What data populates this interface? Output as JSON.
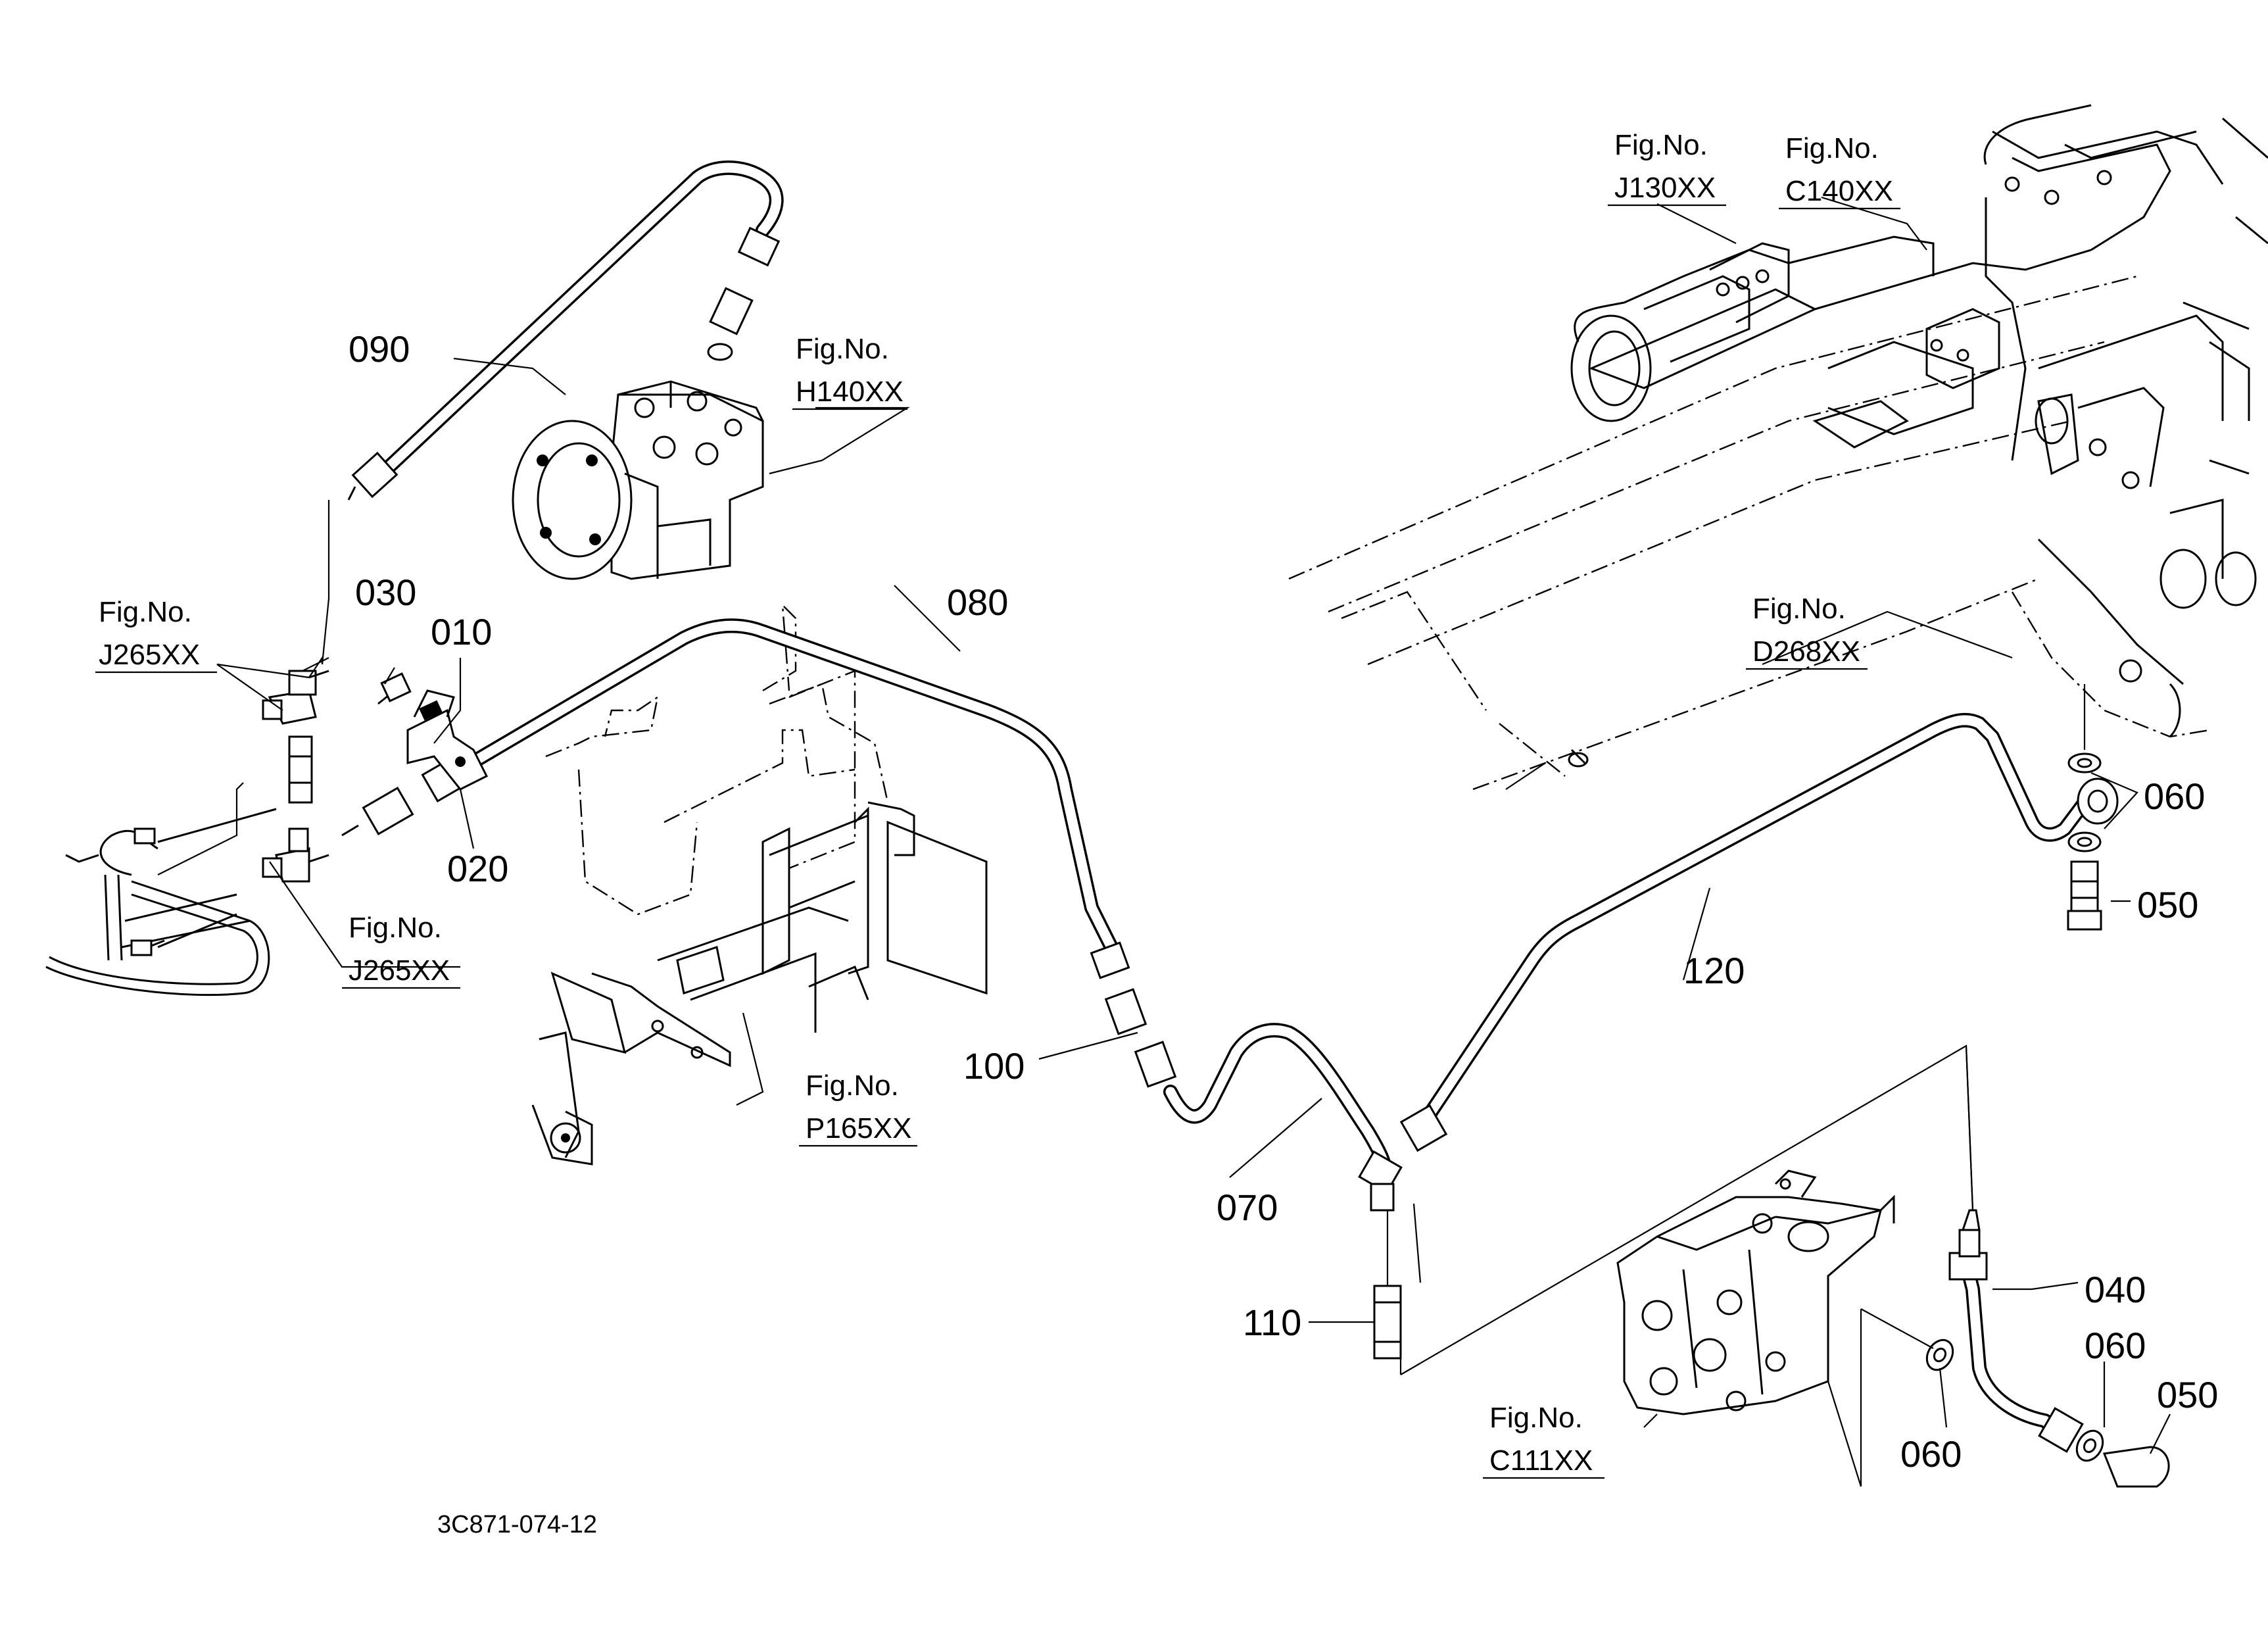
{
  "diagram": {
    "drawing_code": "3C871-074-12",
    "fig_prefix": "Fig.No.",
    "figure_refs": {
      "h140": "H140XX",
      "j265_upper": "J265XX",
      "j265_lower": "J265XX",
      "p165": "P165XX",
      "j130": "J130XX",
      "c140": "C140XX",
      "d268": "D268XX",
      "c111": "C111XX"
    },
    "part_labels": {
      "p090": "090",
      "p030": "030",
      "p010": "010",
      "p080": "080",
      "p020": "020",
      "p100": "100",
      "p070": "070",
      "p110": "110",
      "p120": "120",
      "p060_right": "060",
      "p050_right": "050",
      "p040": "040",
      "p060_mid": "060",
      "p050_bottom": "050",
      "p060_bottom": "060"
    }
  }
}
